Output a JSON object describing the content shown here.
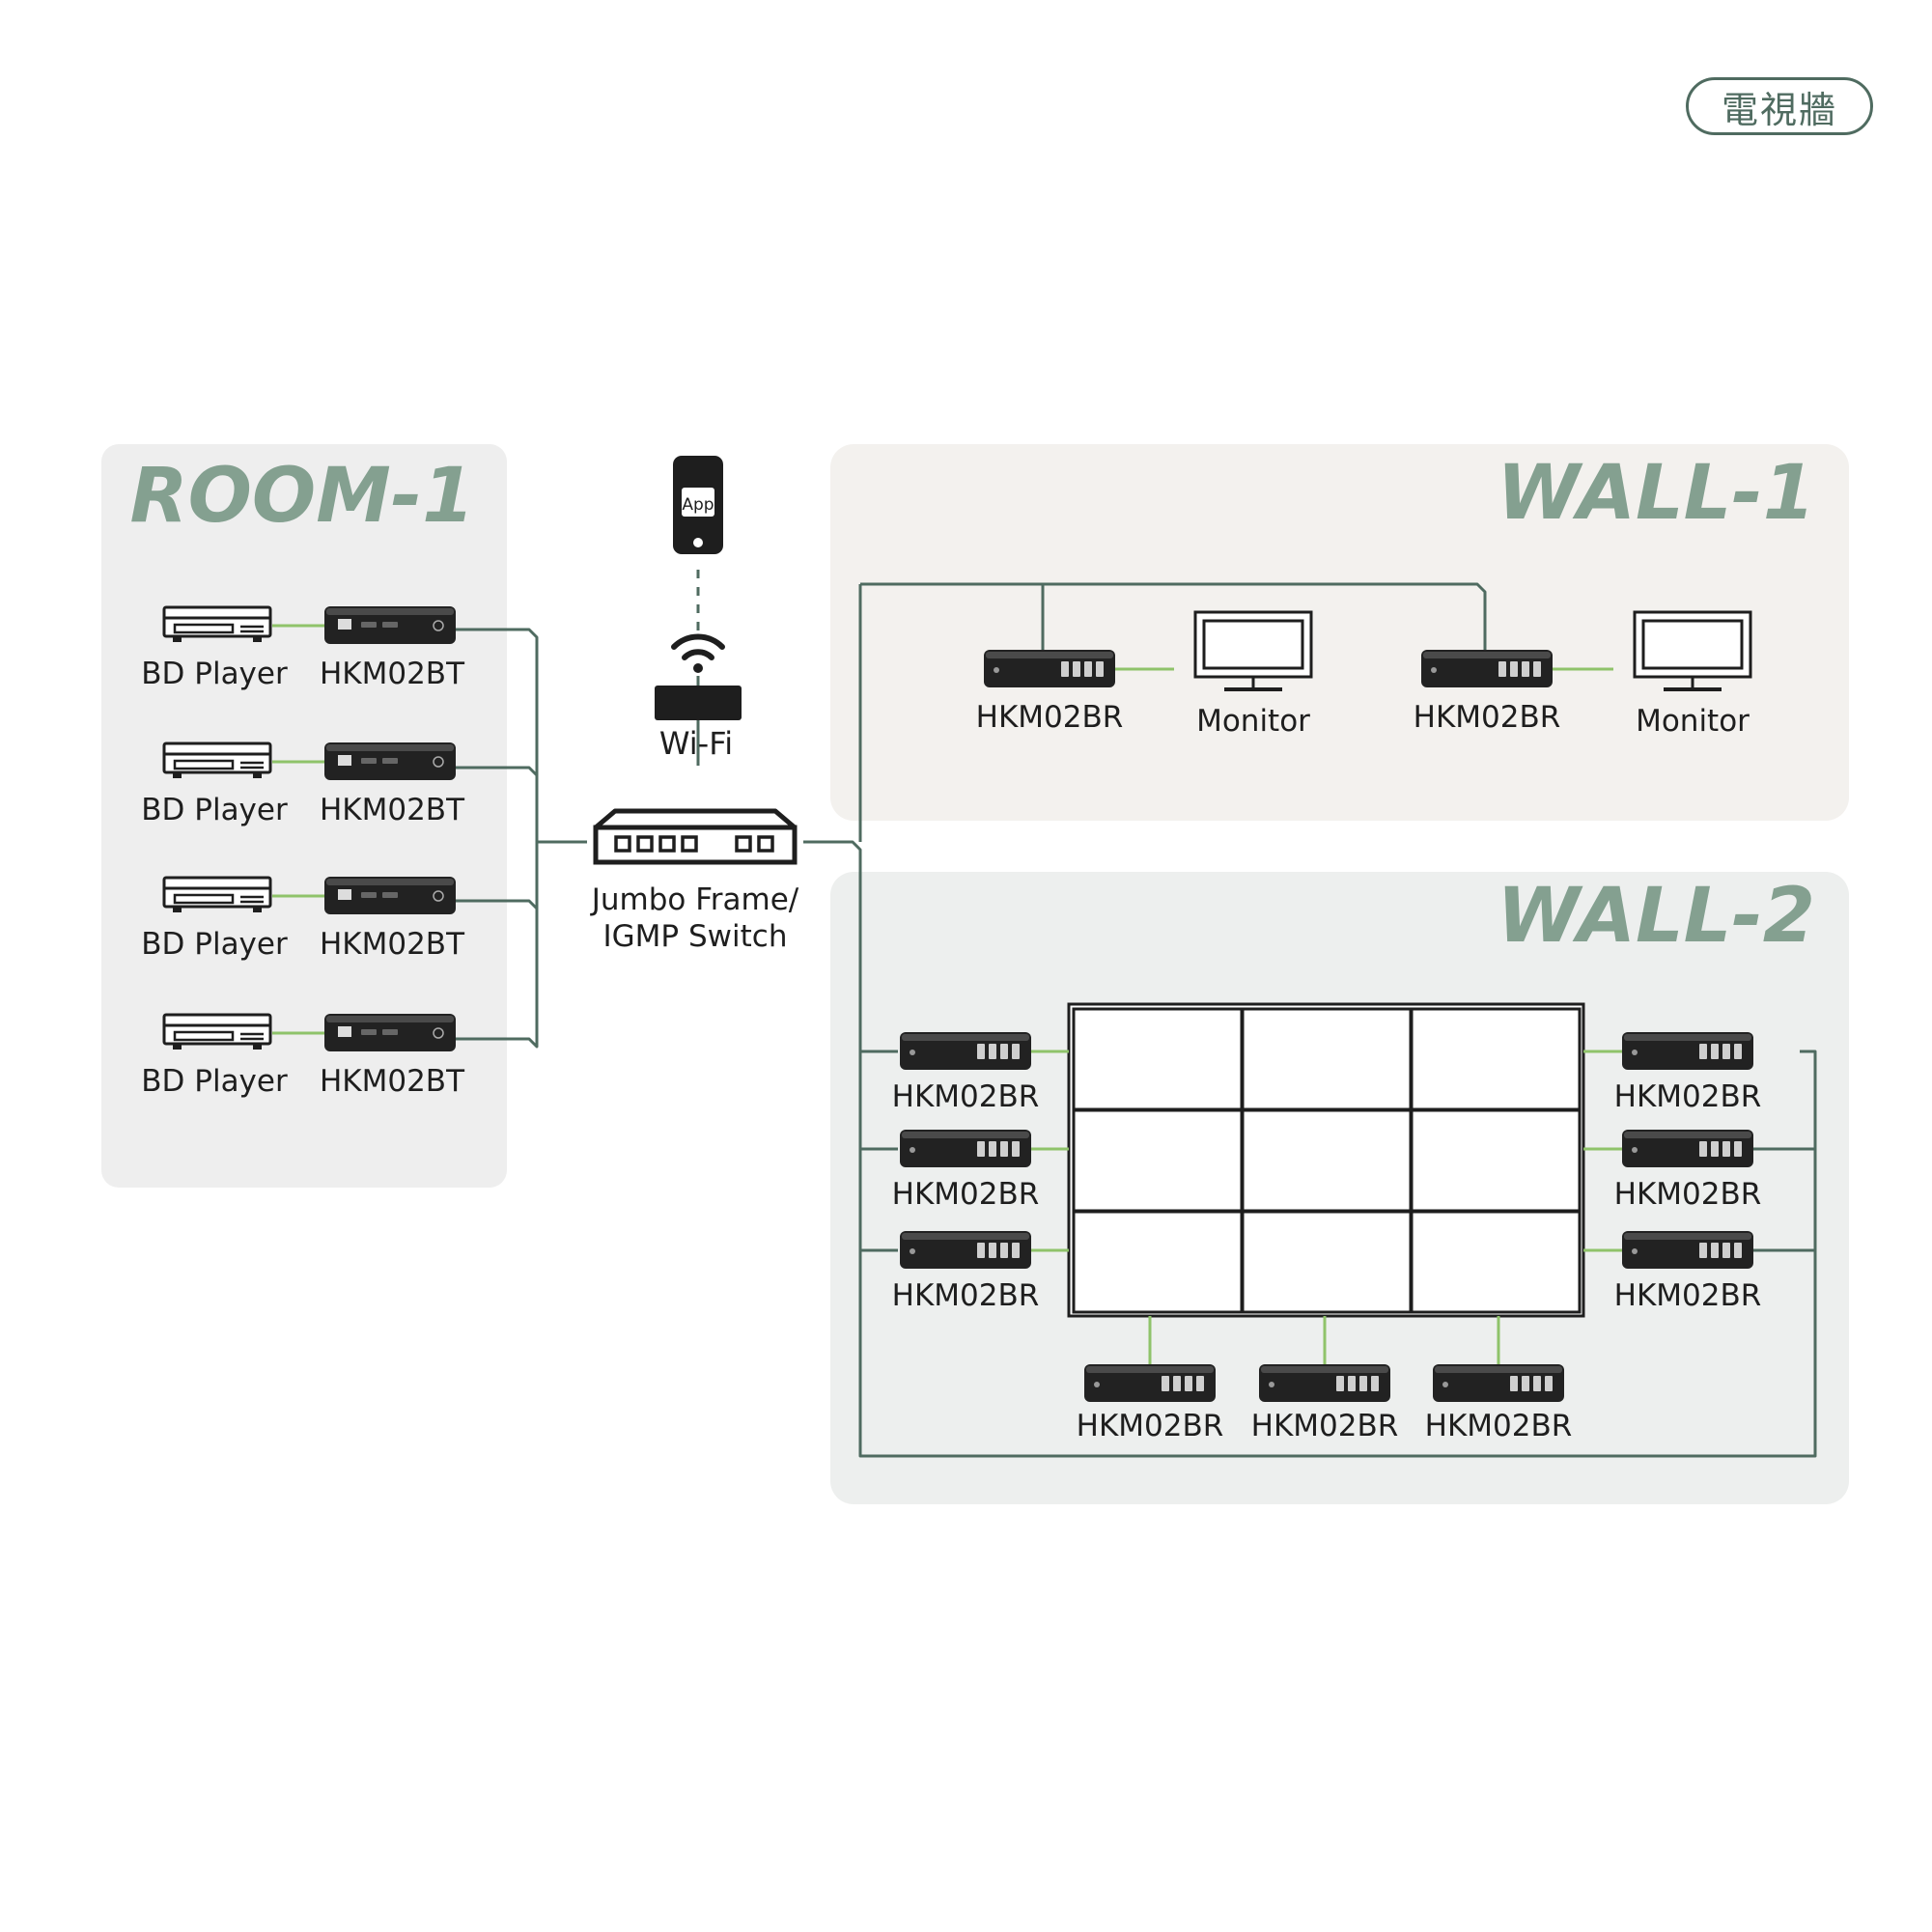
{
  "tag_label": "電視牆",
  "colors": {
    "accent": "#84a090",
    "cable_network": "#4f6b60",
    "cable_av": "#8fc36a",
    "device": "#1e1e1e",
    "zone_room": "#eeeeee",
    "zone_wall1": "#f3f1ee",
    "zone_wall2": "#edefee"
  },
  "zones": {
    "room1": "ROOM-1",
    "wall1": "WALL-1",
    "wall2": "WALL-2"
  },
  "room1_rows": [
    {
      "source": "BD Player",
      "transmitter": "HKM02BT"
    },
    {
      "source": "BD Player",
      "transmitter": "HKM02BT"
    },
    {
      "source": "BD Player",
      "transmitter": "HKM02BT"
    },
    {
      "source": "BD Player",
      "transmitter": "HKM02BT"
    }
  ],
  "control": {
    "app_label": "App",
    "wifi_label": "Wi-Fi",
    "switch_label_line1": "Jumbo Frame/",
    "switch_label_line2": "IGMP Switch"
  },
  "wall1_units": [
    {
      "receiver": "HKM02BR",
      "display": "Monitor"
    },
    {
      "receiver": "HKM02BR",
      "display": "Monitor"
    }
  ],
  "wall2_receivers": {
    "left": [
      "HKM02BR",
      "HKM02BR",
      "HKM02BR"
    ],
    "right": [
      "HKM02BR",
      "HKM02BR",
      "HKM02BR"
    ],
    "bottom": [
      "HKM02BR",
      "HKM02BR",
      "HKM02BR"
    ]
  },
  "video_wall_grid": {
    "rows": 3,
    "columns": 3
  }
}
